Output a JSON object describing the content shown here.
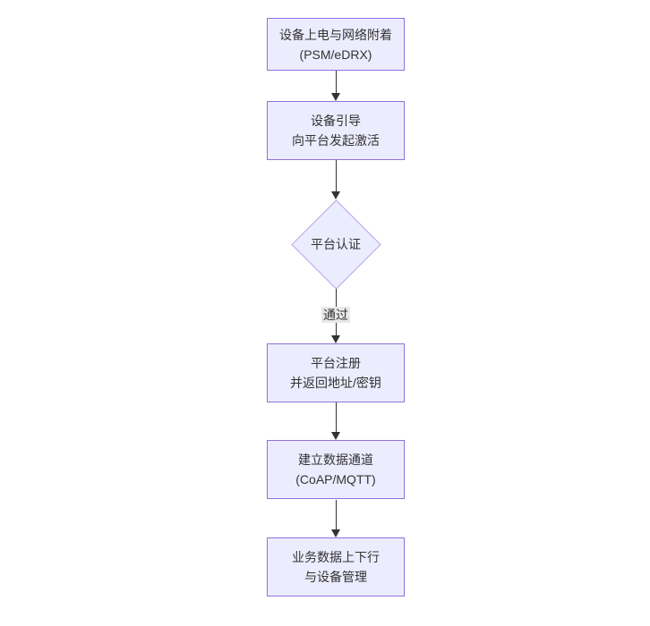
{
  "diagram": {
    "type": "flowchart",
    "direction": "top-down",
    "colors": {
      "background": "#ffffff",
      "node_fill": "#ececff",
      "node_border": "#9370db",
      "text": "#333333",
      "arrow": "#333333",
      "edge_label_background": "#e8e8e8"
    },
    "nodes": [
      {
        "id": "power-attach",
        "shape": "rect",
        "line1": "设备上电与网络附着",
        "line2": "(PSM/eDRX)"
      },
      {
        "id": "bootstrap",
        "shape": "rect",
        "line1": "设备引导",
        "line2": "向平台发起激活"
      },
      {
        "id": "platform-auth",
        "shape": "diamond",
        "line1": "平台认证",
        "line2": ""
      },
      {
        "id": "register",
        "shape": "rect",
        "line1": "平台注册",
        "line2": "并返回地址/密钥"
      },
      {
        "id": "data-channel",
        "shape": "rect",
        "line1": "建立数据通道",
        "line2": "(CoAP/MQTT)"
      },
      {
        "id": "business",
        "shape": "rect",
        "line1": "业务数据上下行",
        "line2": "与设备管理"
      }
    ],
    "edges": [
      {
        "from": "power-attach",
        "to": "bootstrap",
        "label": ""
      },
      {
        "from": "bootstrap",
        "to": "platform-auth",
        "label": ""
      },
      {
        "from": "platform-auth",
        "to": "register",
        "label": "通过"
      },
      {
        "from": "register",
        "to": "data-channel",
        "label": ""
      },
      {
        "from": "data-channel",
        "to": "business",
        "label": ""
      }
    ]
  }
}
